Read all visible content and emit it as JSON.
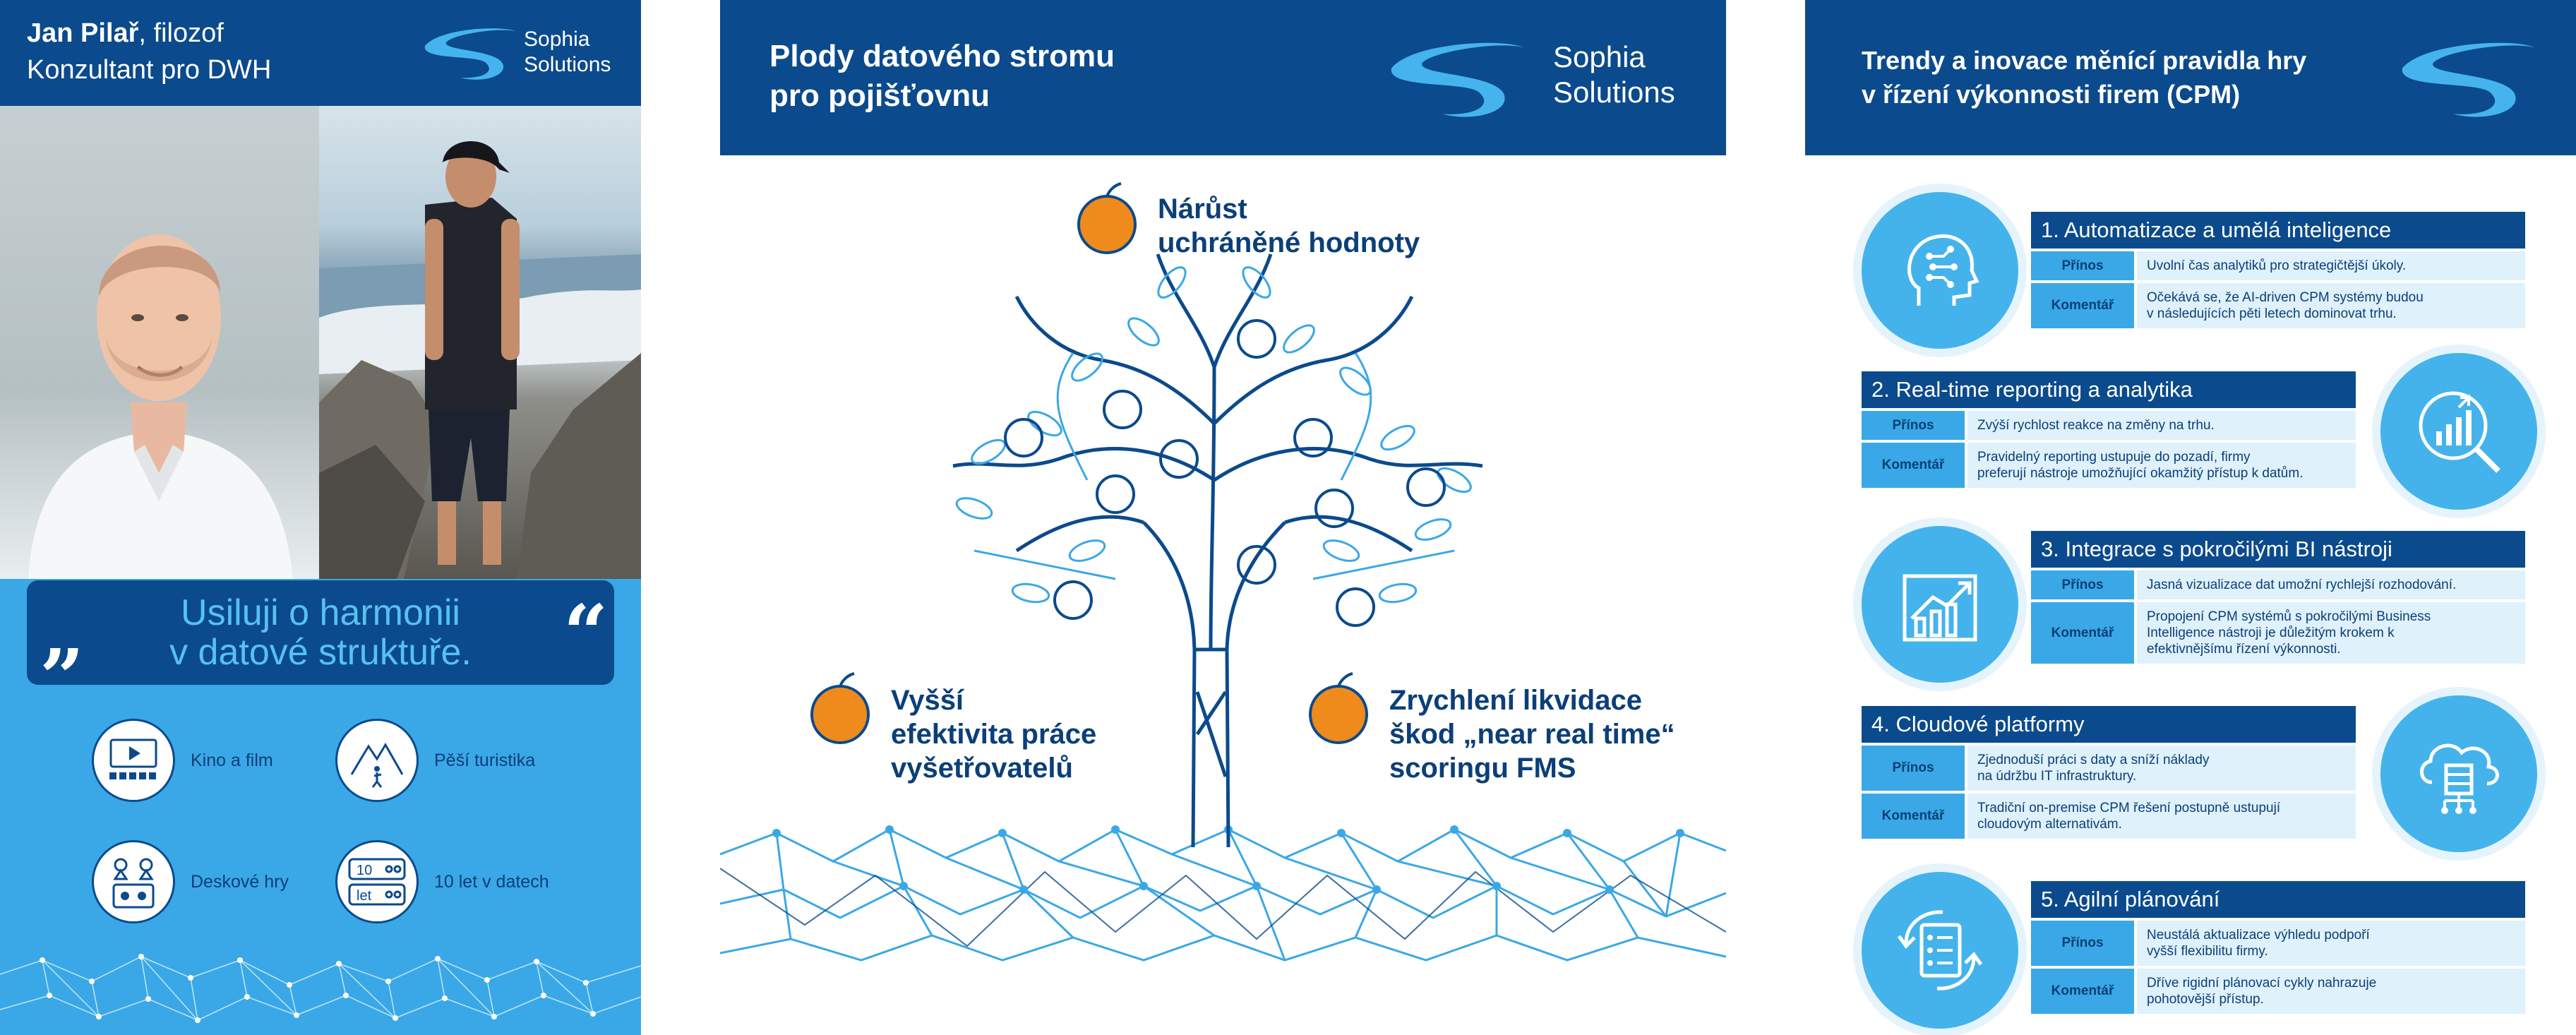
{
  "brand": {
    "logo_text": "Sophia\nSolutions",
    "colors": {
      "navy": "#0b4a8c",
      "sky": "#3aa8e6",
      "light": "#dff1fb",
      "orange": "#ef8a1c"
    }
  },
  "panel1": {
    "name": "Jan Pilař",
    "role": ", filozof",
    "subtitle": "Konzultant pro DWH",
    "quote_line1": "Usiluji o harmonii",
    "quote_line2": "v datové struktuře.",
    "quote_open": "„",
    "quote_close": "“",
    "hobbies": [
      {
        "icon": "cinema-icon",
        "label": "Kino a film"
      },
      {
        "icon": "hiking-icon",
        "label": "Pěší turistika"
      },
      {
        "icon": "board-games-icon",
        "label": "Deskové hry"
      },
      {
        "icon": "ten-years-data-icon",
        "label": "10 let v datech",
        "icon_text_top": "10",
        "icon_text_bottom": "let"
      }
    ]
  },
  "panel2": {
    "title": "Plody datového stromu\npro pojišťovnu",
    "fruits": [
      {
        "label": "Nárůst\nuchráněné hodnoty"
      },
      {
        "label": "Vyšší\nefektivita práce\nvyšetřovatelů"
      },
      {
        "label": "Zrychlení likvidace\nškod „near real time“\nscoringu FMS"
      }
    ]
  },
  "panel3": {
    "title": "Trendy a inovace měnící pravidla hry\nv řízení výkonnosti firem (CPM)",
    "trends": [
      {
        "icon": "ai-head-icon",
        "title": "1. Automatizace a umělá inteligence",
        "rows": [
          {
            "key": "Přínos",
            "value": "Uvolní čas analytiků pro strategičtější úkoly."
          },
          {
            "key": "Komentář",
            "value": "Očekává se, že AI-driven CPM systémy budou\nv následujících pěti letech dominovat trhu."
          }
        ]
      },
      {
        "icon": "analytics-magnifier-icon",
        "title": "2. Real-time reporting a analytika",
        "rows": [
          {
            "key": "Přínos",
            "value": "Zvýší rychlost reakce na změny na trhu."
          },
          {
            "key": "Komentář",
            "value": "Pravidelný reporting ustupuje do pozadí, firmy\npreferují nástroje umožňující okamžitý přístup k datům."
          }
        ]
      },
      {
        "icon": "growth-chart-icon",
        "title": "3. Integrace s pokročilými BI nástroji",
        "rows": [
          {
            "key": "Přínos",
            "value": "Jasná vizualizace dat umožní rychlejší rozhodování."
          },
          {
            "key": "Komentář",
            "value": "Propojení CPM systémů s pokročilými Business\nIntelligence nástroji je důležitým krokem k\nefektivnějšímu řízení výkonnosti."
          }
        ]
      },
      {
        "icon": "cloud-server-icon",
        "title": "4. Cloudové platformy",
        "rows": [
          {
            "key": "Přínos",
            "value": "Zjednoduší práci s daty a sníží náklady\nna údržbu IT infrastruktury."
          },
          {
            "key": "Komentář",
            "value": "Tradiční on-premise CPM řešení postupně ustupují\ncloudovým alternativám."
          }
        ]
      },
      {
        "icon": "checklist-cycle-icon",
        "title": "5. Agilní plánování",
        "rows": [
          {
            "key": "Přínos",
            "value": "Neustálá aktualizace výhledu podpoří\nvyšší flexibilitu firmy."
          },
          {
            "key": "Komentář",
            "value": "Dříve rigidní plánovací cykly nahrazuje\npohotovější přístup."
          }
        ]
      }
    ]
  }
}
